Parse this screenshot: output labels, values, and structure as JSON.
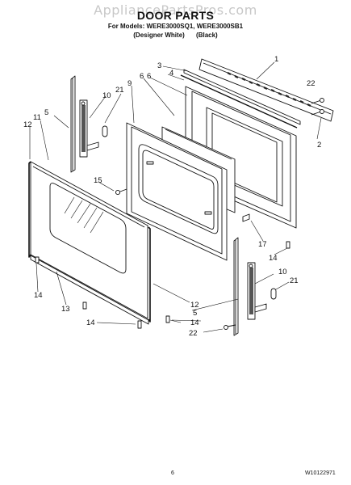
{
  "watermark": "AppliancePartsPros.com",
  "title": "DOOR PARTS",
  "models_line": "For Models: WERE3000SQ1, WERE3000SB1",
  "variants": [
    "(Designer White)",
    "(Black)"
  ],
  "footer": {
    "page": "6",
    "doc_id": "W10122971"
  },
  "callouts": [
    "1",
    "2",
    "3",
    "4",
    "5",
    "6",
    "9",
    "10",
    "11",
    "12",
    "13",
    "14",
    "15",
    "17",
    "21",
    "22"
  ]
}
